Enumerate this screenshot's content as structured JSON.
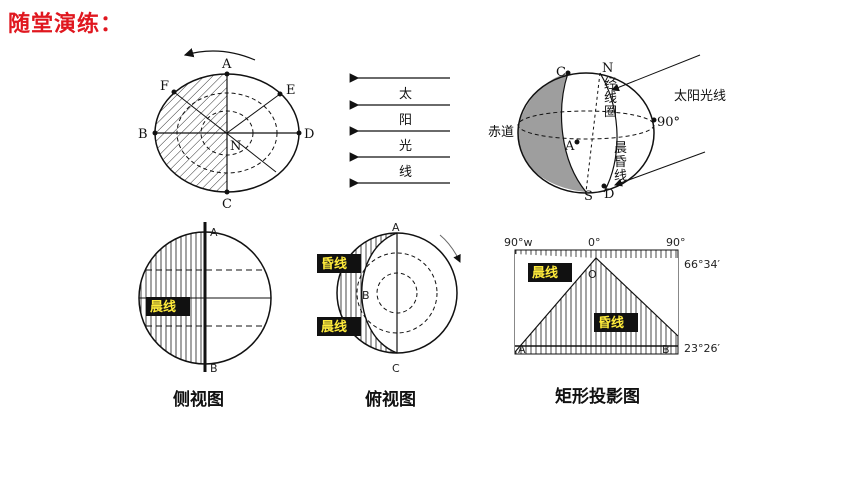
{
  "title": "随堂演练：",
  "diagram1": {
    "points": [
      "A",
      "E",
      "D",
      "C",
      "B",
      "F",
      "N"
    ]
  },
  "sunlight": {
    "chars": [
      "太",
      "阳",
      "光",
      "线"
    ]
  },
  "diagram3": {
    "top": "C",
    "n": "N",
    "a": "A",
    "s": "S",
    "d": "D",
    "meridian_chars": [
      "经",
      "线",
      "圈"
    ],
    "terminator_chars": [
      "晨",
      "昏",
      "线"
    ],
    "sunlight": "太阳光线",
    "equator": "赤道",
    "deg": "90°"
  },
  "side_view": {
    "a": "A",
    "b": "B",
    "tag": "晨线",
    "caption": "侧视图"
  },
  "top_view": {
    "a": "A",
    "c": "C",
    "b": "B",
    "tag_dusk": "昏线",
    "tag_dawn": "晨线",
    "caption": "俯视图"
  },
  "rect_view": {
    "lon_w": "90°w",
    "lon_0": "0°",
    "lon_e": "90°",
    "lat_n": "66°34′",
    "lat_s": "23°26′",
    "o": "O",
    "a": "A",
    "b": "B",
    "tag_dawn": "晨线",
    "tag_dusk": "昏线",
    "caption": "矩形投影图"
  }
}
